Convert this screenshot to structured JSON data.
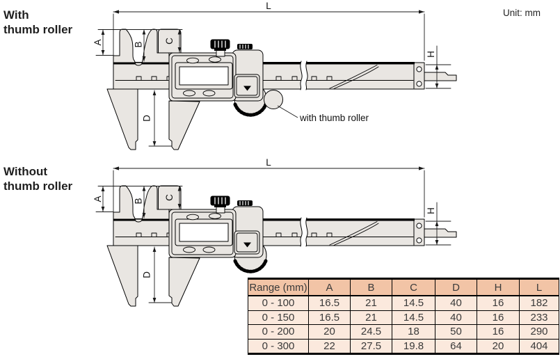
{
  "unit_label": "Unit: mm",
  "labels": {
    "with_title": "With\nthumb roller",
    "without_title": "Without\nthumb roller",
    "annotation": "with thumb roller"
  },
  "dims": {
    "L": "L",
    "A": "A",
    "B": "B",
    "C": "C",
    "D": "D",
    "H": "H"
  },
  "table": {
    "headers": [
      "Range (mm)",
      "A",
      "B",
      "C",
      "D",
      "H",
      "L"
    ],
    "rows": [
      [
        "0 - 100",
        "16.5",
        "21",
        "14.5",
        "40",
        "16",
        "182"
      ],
      [
        "0 - 150",
        "16.5",
        "21",
        "14.5",
        "40",
        "16",
        "233"
      ],
      [
        "0 - 200",
        "20",
        "24.5",
        "18",
        "50",
        "16",
        "290"
      ],
      [
        "0 - 300",
        "22",
        "27.5",
        "19.8",
        "64",
        "20",
        "404"
      ]
    ]
  },
  "colors": {
    "body_fill": "#e9e6e2",
    "outline": "#000000",
    "dim_line": "#1a1a1a",
    "table_header_bg": "#f2c4a6",
    "table_row_bg": "#fbe9dd",
    "table_border": "#000000"
  }
}
